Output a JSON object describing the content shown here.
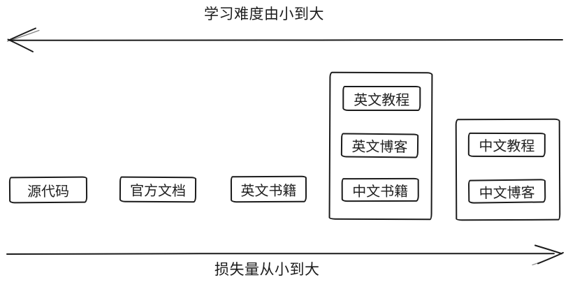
{
  "diagram": {
    "background": "#ffffff",
    "ink_color": "#1b1b1b",
    "top_axis": {
      "label": "学习难度由小到大",
      "arrow_direction": "left"
    },
    "bottom_axis": {
      "label": "损失量从小到大",
      "arrow_direction": "right"
    },
    "boxes": [
      {
        "label": "源代码"
      },
      {
        "label": "官方文档"
      },
      {
        "label": "英文书籍"
      }
    ],
    "groups": [
      {
        "items": [
          {
            "label": "英文教程"
          },
          {
            "label": "英文博客"
          },
          {
            "label": "中文书籍"
          }
        ]
      },
      {
        "items": [
          {
            "label": "中文教程"
          },
          {
            "label": "中文博客"
          }
        ]
      }
    ]
  }
}
